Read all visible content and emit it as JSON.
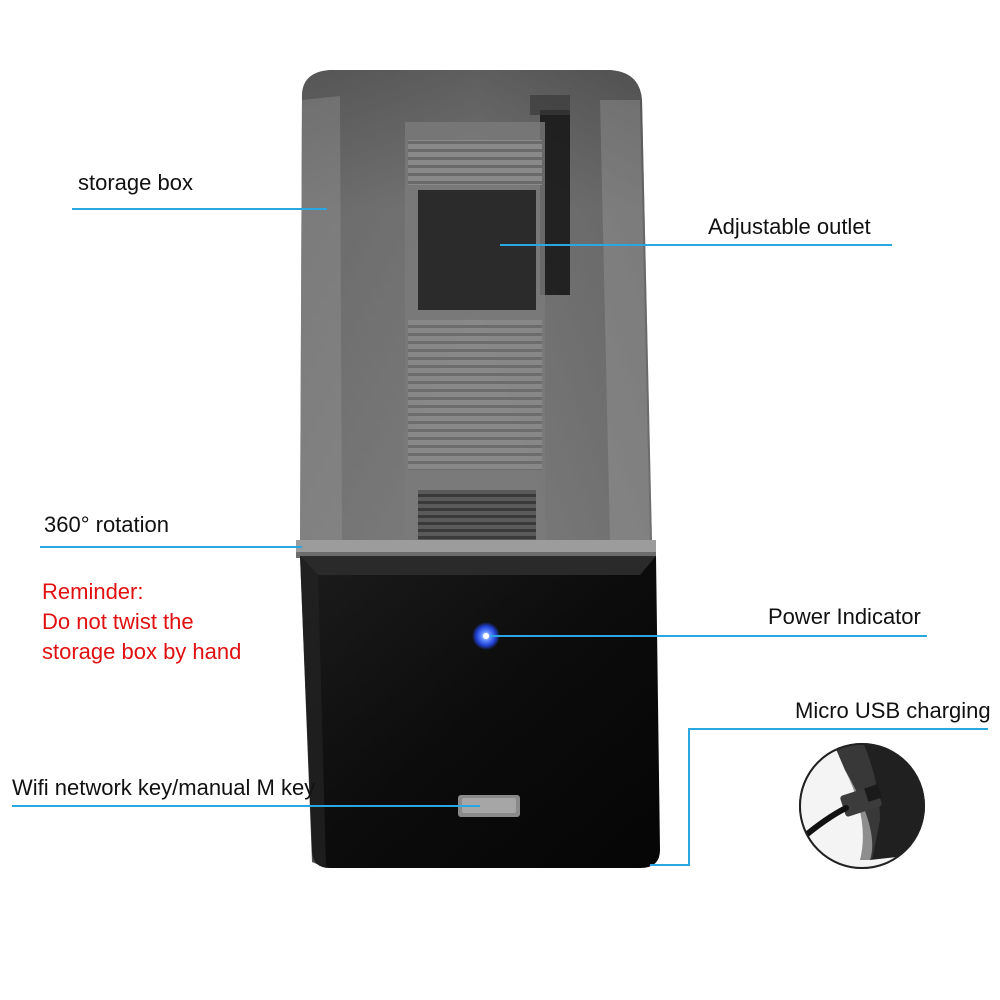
{
  "labels": {
    "storage_box": "storage box",
    "adjustable_outlet": "Adjustable outlet",
    "rotation": "360° rotation",
    "power_indicator": "Power Indicator",
    "micro_usb": "Micro USB charging",
    "wifi_key": "Wifi network key/manual M key"
  },
  "reminder": {
    "title": "Reminder:",
    "line1": "Do not twist the",
    "line2": "storage box by hand"
  },
  "colors": {
    "leader_line": "#2aa7e0",
    "reminder_text": "#e01010",
    "indicator_led": "#3a6bff"
  },
  "icons": {
    "device": "pet-feeder-device",
    "inset": "micro-usb-cable-inset"
  }
}
